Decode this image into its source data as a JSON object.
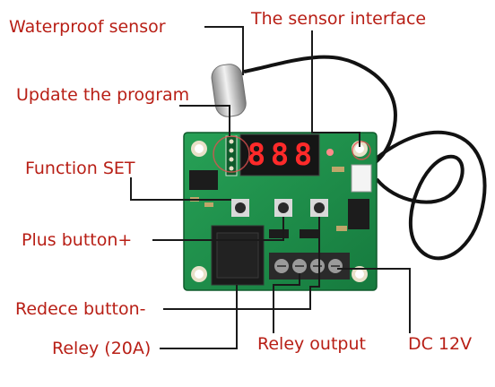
{
  "colors": {
    "label": "#b81f16",
    "leader": "#1a1a1a",
    "pcb": "#1f8a4a",
    "pcb_dark": "#146a36",
    "display_red": "#ff2a2a",
    "cable": "#121212",
    "probe": "#c9c9c9",
    "relay": "#1a1a1a",
    "terminal": "#2a2a2a",
    "pad": "#e8e0c8"
  },
  "labels": {
    "waterproof_sensor": "Waterproof sensor",
    "sensor_interface": "The sensor interface",
    "update_program": "Update the program",
    "function_set": "Function SET",
    "plus_button": "Plus button+",
    "minus_button": "Redece button-",
    "relay": "Reley (20A)",
    "relay_output": "Reley output",
    "dc_power": "DC 12V"
  },
  "display": {
    "digits": [
      "8",
      "8",
      "8"
    ]
  }
}
